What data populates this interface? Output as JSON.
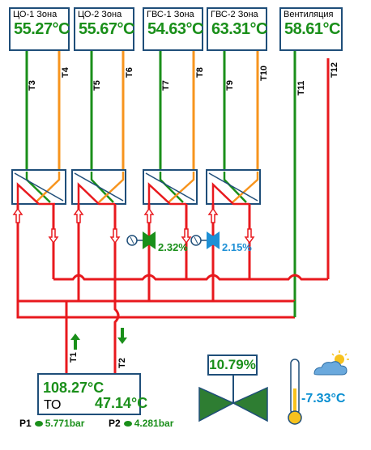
{
  "zones": [
    {
      "label": "ЦО-1 Зона",
      "temp": "55.27°C"
    },
    {
      "label": "ЦО-2 Зона",
      "temp": "55.67°C"
    },
    {
      "label": "ГВС-1 Зона",
      "temp": "54.63°C"
    },
    {
      "label": "ГВС-2 Зона",
      "temp": "63.31°C"
    },
    {
      "label": "Вентиляция",
      "temp": "58.61°C"
    }
  ],
  "pipe_labels": {
    "t1": "T1",
    "t2": "T2",
    "t3": "T3",
    "t4": "T4",
    "t5": "T5",
    "t6": "T6",
    "t7": "T7",
    "t8": "T8",
    "t9": "T9",
    "t10": "T10",
    "t11": "T11",
    "t12": "T12"
  },
  "valves": [
    {
      "opening": "2.32%",
      "color": "#1a8f1a"
    },
    {
      "opening": "2.15%",
      "color": "#1e90d6"
    }
  ],
  "heat_source": {
    "name": "ТО",
    "supply_temp": "108.27°C",
    "return_temp": "47.14°C"
  },
  "pressures": [
    {
      "label": "P1",
      "value": "5.771bar"
    },
    {
      "label": "P2",
      "value": "4.281bar"
    }
  ],
  "pump": {
    "level": "10.79%"
  },
  "outdoor": {
    "temp": "-7.33°C",
    "weather_icon": "partly-cloudy-icon",
    "thermometer_icon": "thermometer-icon"
  },
  "colors": {
    "supply": "#e8191e",
    "return_cold": "#f7941d",
    "green": "#1a8f1a",
    "frame": "#1f4e79",
    "blue": "#1e90d6"
  }
}
